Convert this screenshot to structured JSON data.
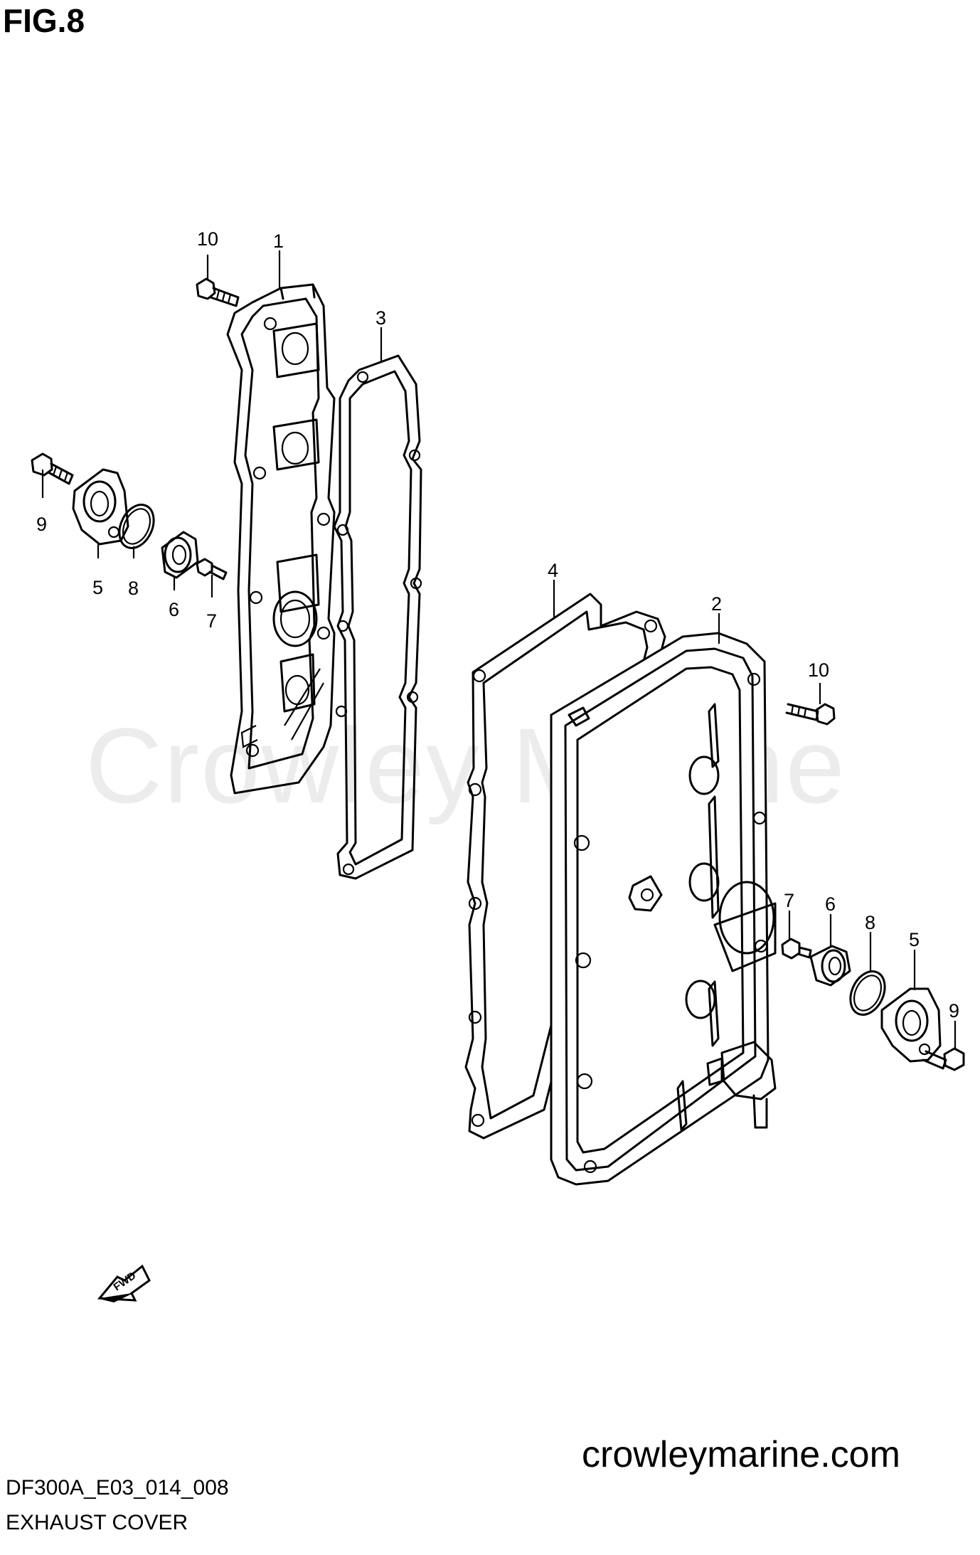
{
  "figure": {
    "title": "FIG.8",
    "watermark": "Crowley Marine",
    "site": "crowleymarine.com",
    "code": "DF300A_E03_014_008",
    "caption": "EXHAUST COVER",
    "fwd_label": "FWD"
  },
  "callouts": {
    "c1": "1",
    "c2": "2",
    "c3": "3",
    "c4": "4",
    "c5_left": "5",
    "c5_right": "5",
    "c6_left": "6",
    "c6_right": "6",
    "c7_left": "7",
    "c7_right": "7",
    "c8_left": "8",
    "c8_right": "8",
    "c9_left": "9",
    "c9_right": "9",
    "c10_left": "10",
    "c10_right": "10"
  }
}
